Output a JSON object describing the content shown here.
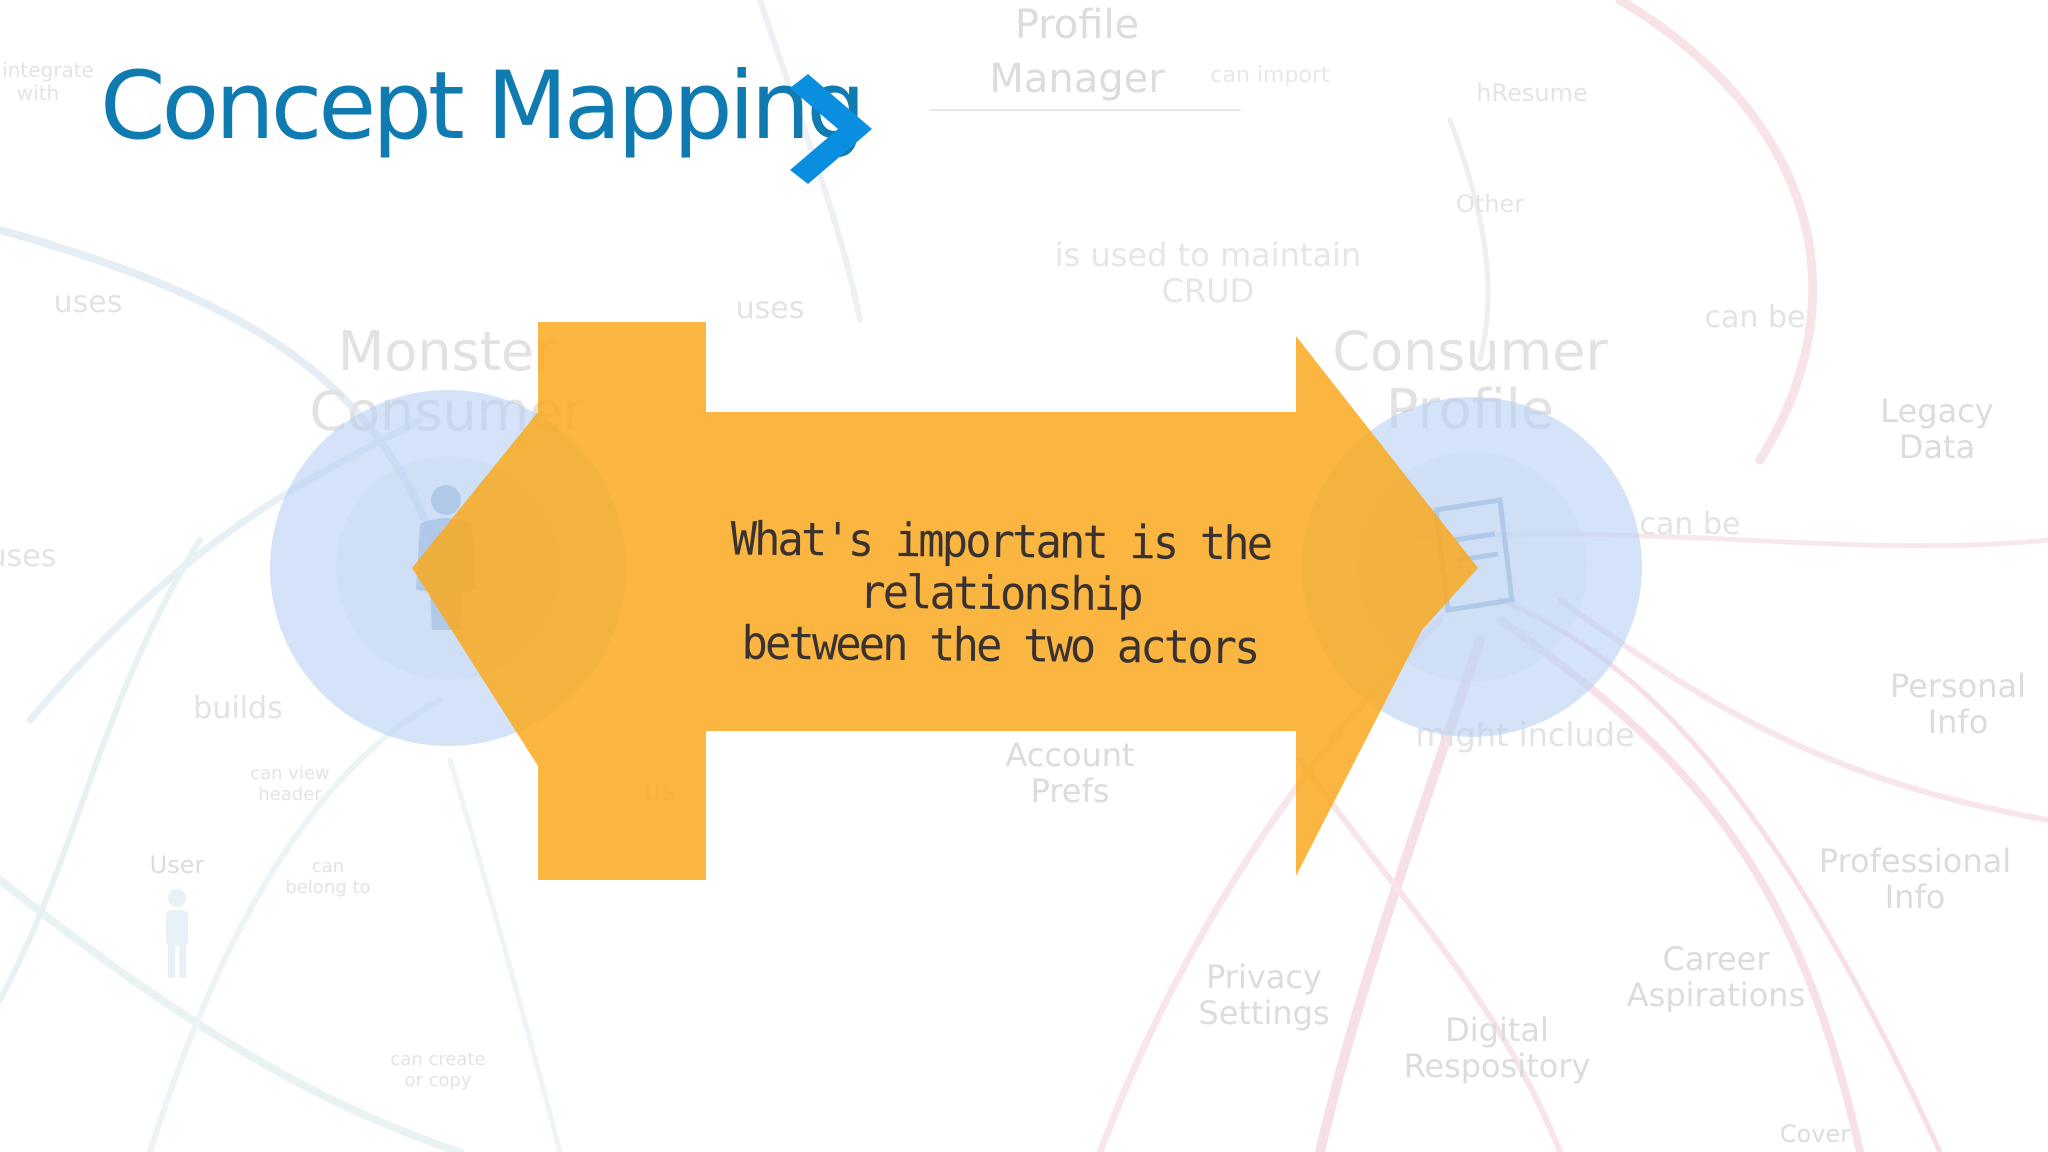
{
  "slide": {
    "title": "Concept Mapping",
    "message_line1": "What's important is the relationship",
    "message_line2": "between the two actors"
  },
  "colors": {
    "title": "#0f7bb0",
    "chevron": "#0a8fe0",
    "arrow": "#f9a91e",
    "circle": "#b6cff2",
    "text": "#3a3230"
  },
  "icons": {
    "chevron": "chevron-right-icon",
    "person": "person-icon",
    "profile": "document-icon"
  },
  "background_map": {
    "nodes": {
      "profile_manager": "Profile Manager",
      "monster_consumer": "Monster Consumer",
      "consumer_profile": "Consumer Profile",
      "hresume": "hResume",
      "other": "Other",
      "legacy_data": "Legacy Data",
      "personal_info": "Personal Info",
      "professional_info": "Professional Info",
      "career_aspirations": "Career Aspirations",
      "digital_repository": "Digital Respository",
      "privacy_settings": "Privacy Settings",
      "account_prefs": "Account Prefs",
      "user": "User",
      "cover": "Cover"
    },
    "links": {
      "integrate_with": "integrate with",
      "can_import": "can import",
      "is_used_to_maintain": "is used to maintain CRUD",
      "uses_1": "uses",
      "uses_2": "uses",
      "uses_3": "uses",
      "uses_4": "us",
      "can_be_1": "can be",
      "can_be_2": "can be",
      "builds": "builds",
      "can_view": "can view",
      "can_belong_to": "can belong to",
      "might_include": "might include",
      "can_create": "can create or copy"
    }
  }
}
